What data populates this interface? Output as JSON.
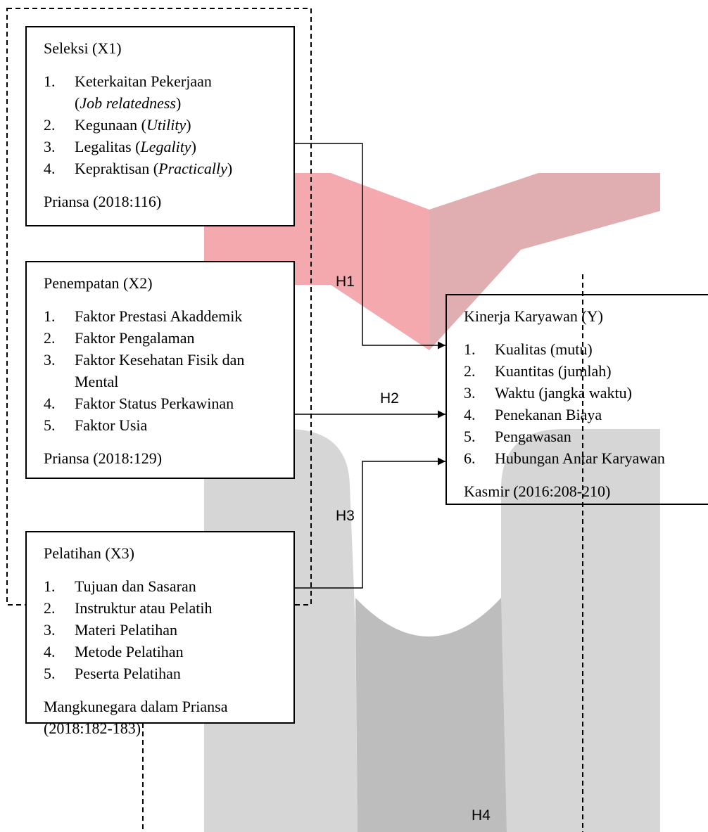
{
  "diagram": {
    "x1": {
      "title": "Seleksi (X1)",
      "items": [
        {
          "n": "1.",
          "text": "Keterkaitan Pekerjaan",
          "italic_prefix": "(",
          "italic": "Job relatedness",
          "italic_suffix": ")"
        },
        {
          "n": "2.",
          "text": "Kegunaan (",
          "italic": "Utility",
          "suffix": ")"
        },
        {
          "n": "3.",
          "text": "Legalitas (",
          "italic": "Legality",
          "suffix": ")"
        },
        {
          "n": "4.",
          "text": "Kepraktisan (",
          "italic": "Practically",
          "suffix": ")"
        }
      ],
      "source": "Priansa (2018:116)"
    },
    "x2": {
      "title": "Penempatan (X2)",
      "items": [
        {
          "n": "1.",
          "text": "Faktor Prestasi Akaddemik"
        },
        {
          "n": "2.",
          "text": "Faktor Pengalaman"
        },
        {
          "n": "3.",
          "text": "Faktor Kesehatan Fisik dan Mental"
        },
        {
          "n": "4.",
          "text": "Faktor Status Perkawinan"
        },
        {
          "n": "5.",
          "text": "Faktor Usia"
        }
      ],
      "source": "Priansa (2018:129)"
    },
    "x3": {
      "title": "Pelatihan (X3)",
      "items": [
        {
          "n": "1.",
          "text": "Tujuan dan Sasaran"
        },
        {
          "n": "2.",
          "text": "Instruktur atau Pelatih"
        },
        {
          "n": "3.",
          "text": "Materi Pelatihan"
        },
        {
          "n": "4.",
          "text": "Metode Pelatihan"
        },
        {
          "n": "5.",
          "text": "Peserta Pelatihan"
        }
      ],
      "source": "Mangkunegara dalam Priansa (2018:182-183)"
    },
    "y": {
      "title": "Kinerja Karyawan (Y)",
      "items": [
        {
          "n": "1.",
          "text": "Kualitas (mutu)"
        },
        {
          "n": "2.",
          "text": "Kuantitas (jumlah)"
        },
        {
          "n": "3.",
          "text": "Waktu (jangka waktu)"
        },
        {
          "n": "4.",
          "text": "Penekanan Biaya"
        },
        {
          "n": "5.",
          "text": "Pengawasan"
        },
        {
          "n": "6.",
          "text": "Hubungan Antar Karyawan"
        }
      ],
      "source": "Kasmir (2016:208-210)"
    },
    "hypotheses": {
      "h1": "H1",
      "h2": "H2",
      "h3": "H3",
      "h4": "H4"
    }
  },
  "colors": {
    "watermark_red": "#f4a9ae",
    "watermark_red_dark": "#e0aeb0",
    "watermark_gray": "#d6d6d6",
    "watermark_gray_dark": "#bdbdbd"
  },
  "icons": [
    "university-logo-watermark"
  ]
}
